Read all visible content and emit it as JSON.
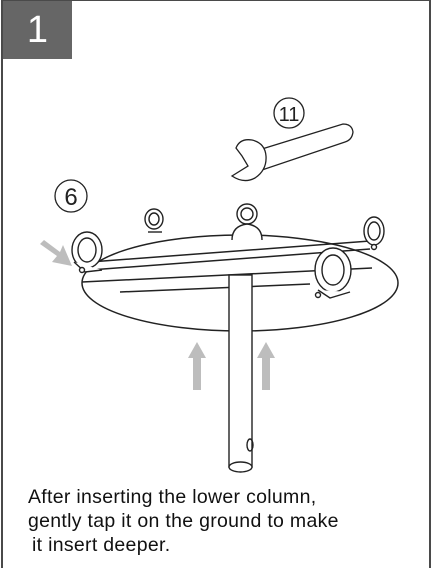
{
  "step": {
    "number": "1"
  },
  "part_labels": {
    "bracket": "⑥",
    "wrench": "⑪"
  },
  "caption": {
    "line1": "After inserting the lower column,",
    "line2": "gently tap it on the ground to make",
    "line3": "it insert deeper."
  },
  "colors": {
    "badge": "#666666",
    "arrow": "#bdbdbd",
    "stroke": "#222222"
  }
}
